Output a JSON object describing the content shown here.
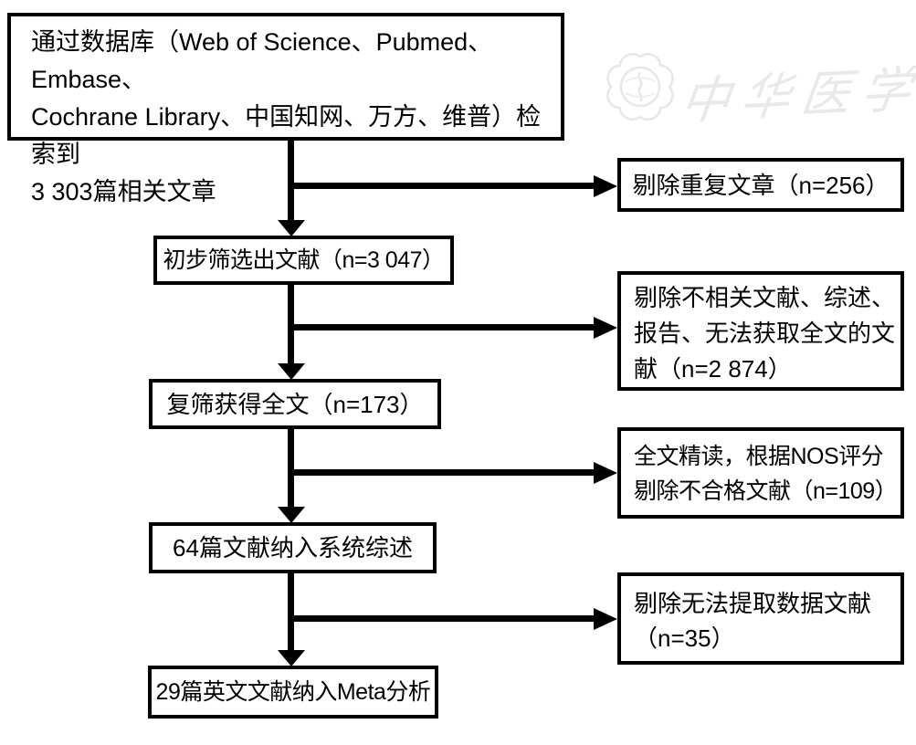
{
  "watermark": {
    "text": "中华医学会",
    "seal_icon": "cma-seal-icon",
    "color": "#e9e9e9"
  },
  "flowchart": {
    "main_column": [
      {
        "name": "database-search",
        "lines": [
          "通过数据库（Web of Science、Pubmed、Embase、",
          "Cochrane Library、中国知网、万方、维普）检索到",
          "3 303篇相关文章"
        ]
      },
      {
        "name": "initial-screening",
        "lines": [
          "初步筛选出文献（n=3 047）"
        ]
      },
      {
        "name": "full-text-obtained",
        "lines": [
          "复筛获得全文（n=173）"
        ]
      },
      {
        "name": "systematic-review-included",
        "lines": [
          "64篇文献纳入系统综述"
        ]
      },
      {
        "name": "meta-analysis-included",
        "lines": [
          "29篇英文文献纳入Meta分析"
        ]
      }
    ],
    "exclusion_column": [
      {
        "name": "duplicates-removed",
        "lines": [
          "剔除重复文章（n=256）"
        ]
      },
      {
        "name": "irrelevant-removed",
        "lines": [
          "剔除不相关文献、综述、",
          "报告、无法获取全文的文",
          "献（n=2 874）"
        ]
      },
      {
        "name": "nos-score-excluded",
        "lines": [
          "全文精读，根据NOS评分",
          "剔除不合格文献（n=109）"
        ]
      },
      {
        "name": "no-extractable-data-removed",
        "lines": [
          "剔除无法提取数据文献",
          "（n=35）"
        ]
      }
    ]
  },
  "colors": {
    "box_border": "#000000",
    "arrow": "#000000",
    "background": "#ffffff"
  }
}
